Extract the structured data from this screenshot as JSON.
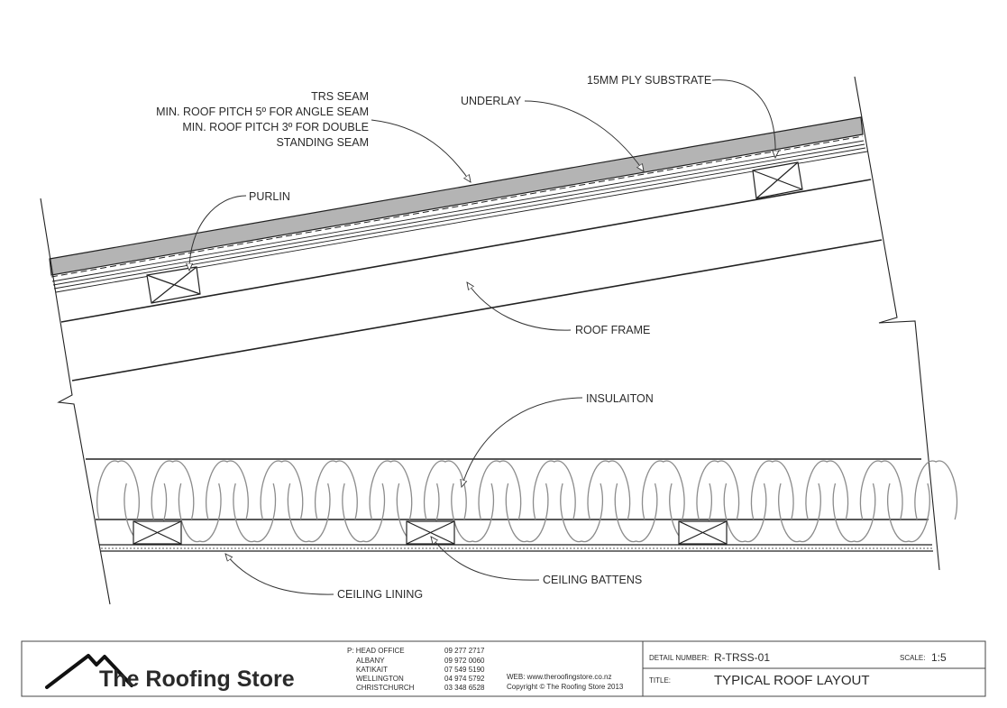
{
  "annotations": {
    "trs_seam": [
      "TRS SEAM",
      "MIN. ROOF PITCH 5º FOR ANGLE SEAM",
      "MIN. ROOF PITCH 3º FOR DOUBLE",
      "STANDING SEAM"
    ],
    "underlay": "UNDERLAY",
    "ply_substrate": "15MM PLY SUBSTRATE",
    "purlin": "PURLIN",
    "roof_frame": "ROOF FRAME",
    "insulation": "INSULAITON",
    "ceiling_battens": "CEILING BATTENS",
    "ceiling_lining": "CEILING LINING"
  },
  "title_block": {
    "company": "The Roofing Store",
    "offices_label": "P: HEAD OFFICE",
    "offices": [
      "ALBANY",
      "KATIKAIT",
      "WELLINGTON",
      "CHRISTCHURCH"
    ],
    "phones": [
      "09 277 2717",
      "09 972 0060",
      "07 549 5190",
      "04 974 5792",
      "03 348 6528"
    ],
    "web": "WEB: www.theroofingstore.co.nz",
    "copyright": "Copyright © The Roofing Store 2013",
    "detail_number_label": "DETAIL NUMBER:",
    "detail_number": "R-TRSS-01",
    "scale_label": "SCALE:",
    "scale": "1:5",
    "title_label": "TITLE:",
    "title": "TYPICAL ROOF LAYOUT"
  },
  "colors": {
    "line": "#222222",
    "roof_sheet": "#b4b4b4",
    "insulation": "#8c8c8c",
    "leader": "#333333"
  }
}
